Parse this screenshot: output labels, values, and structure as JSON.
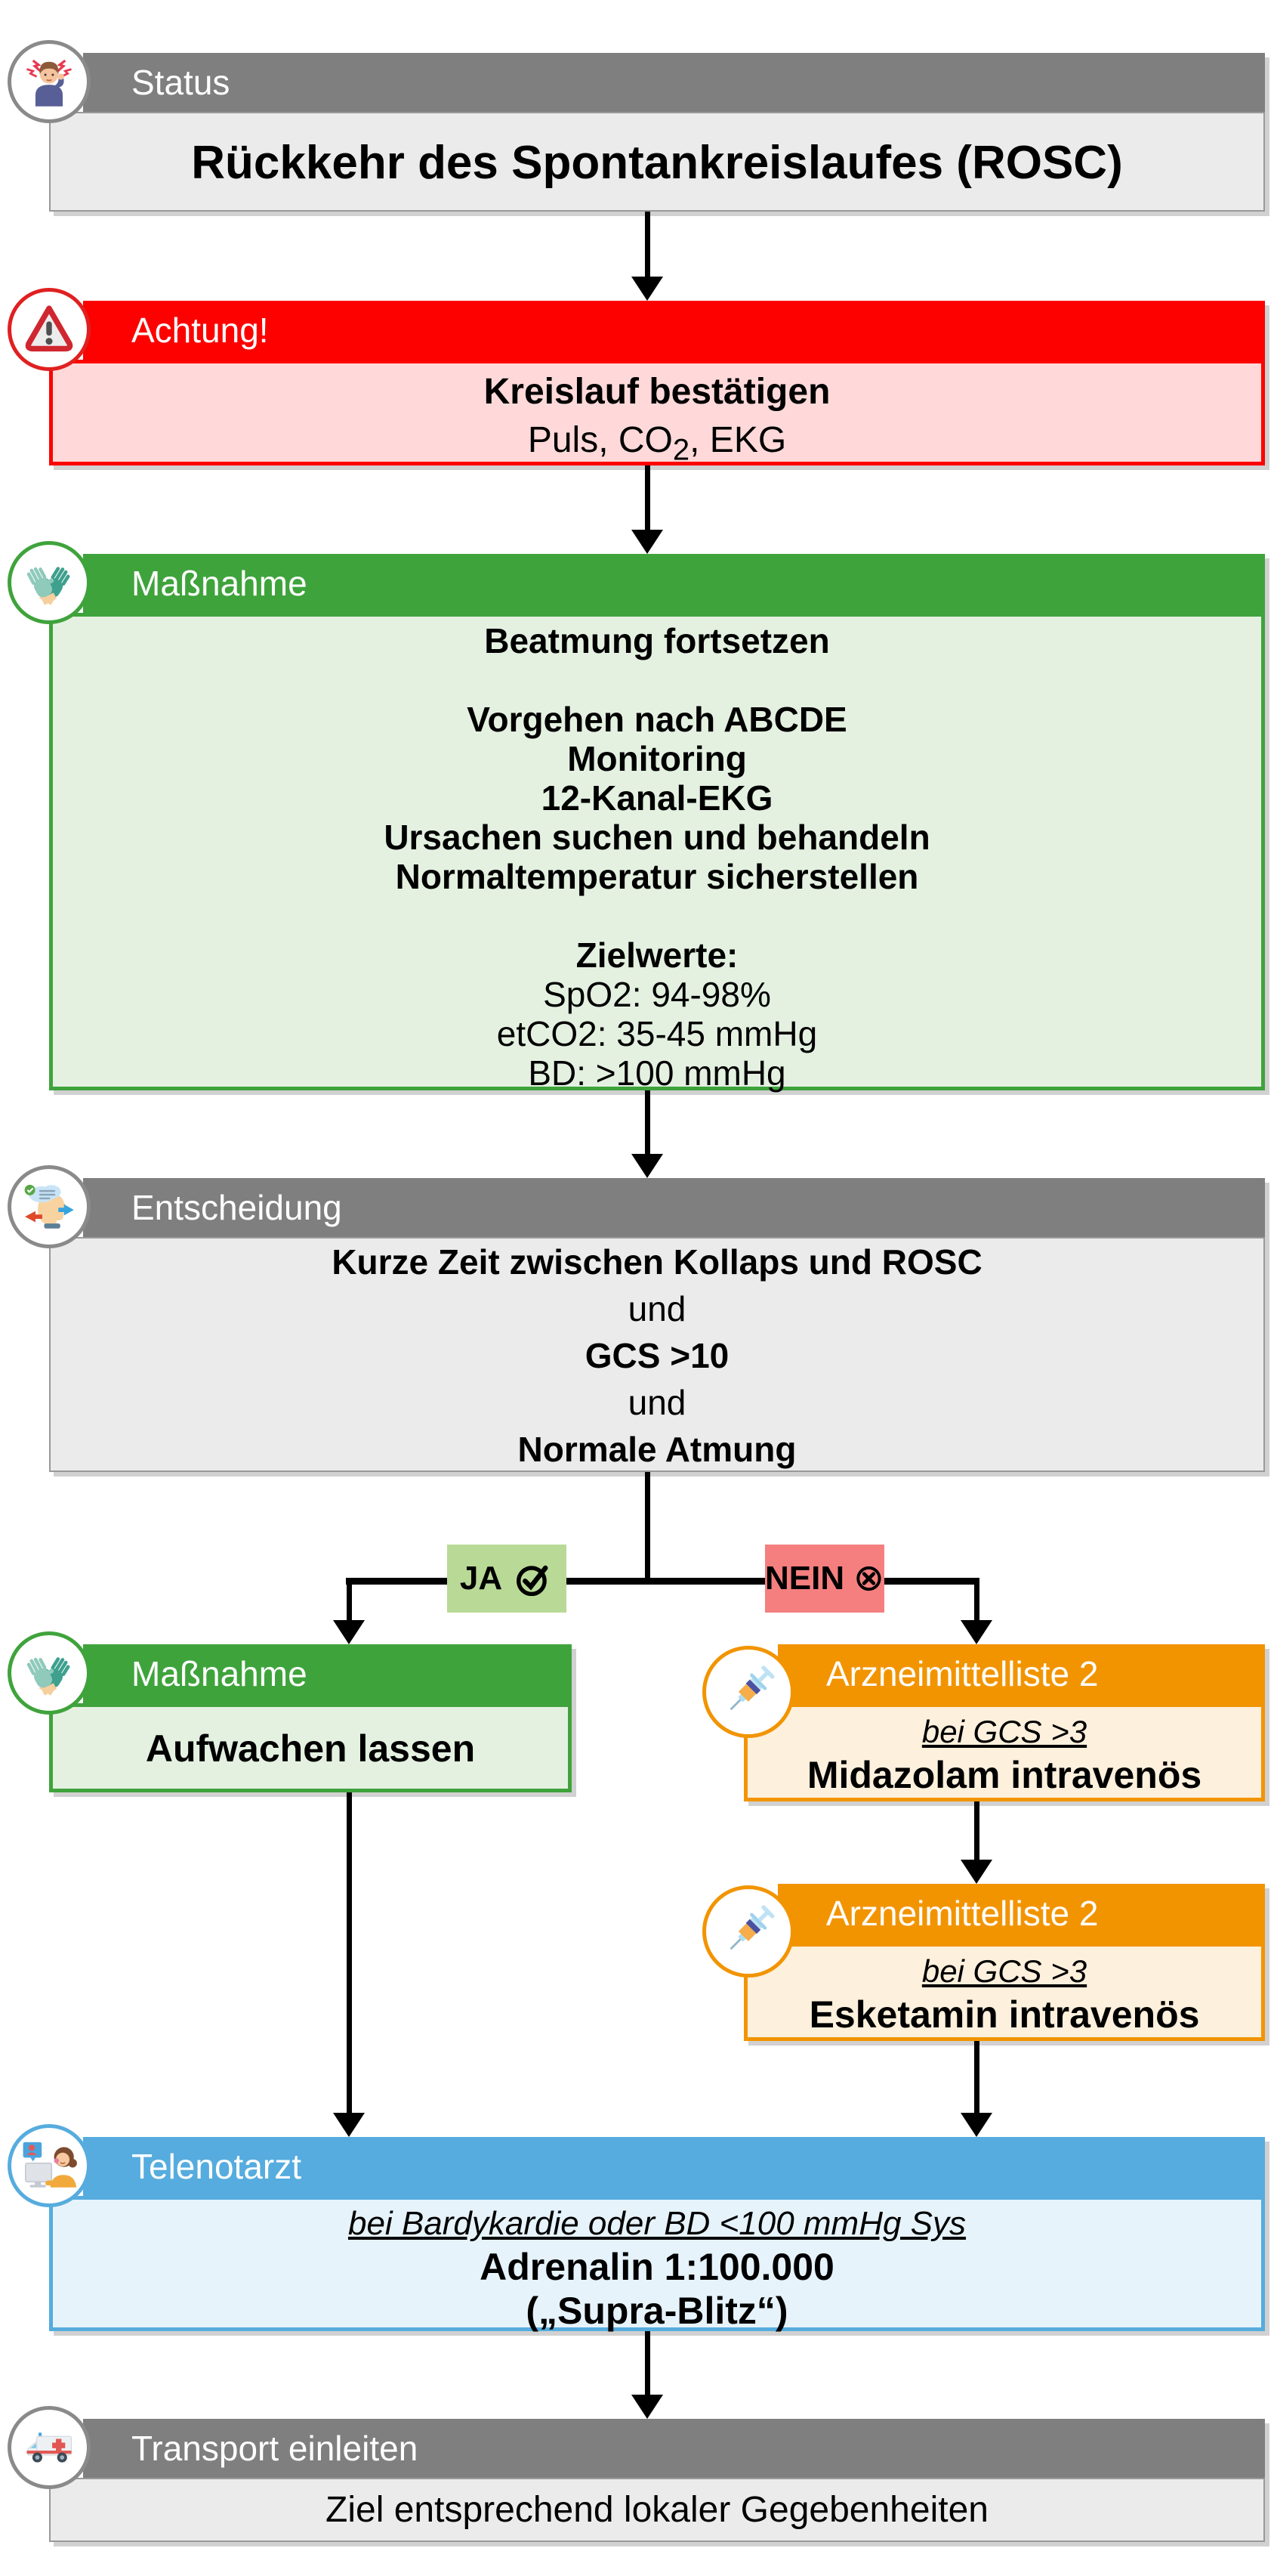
{
  "status": {
    "header": "Status",
    "title": "Rückkehr des Spontankreislaufes (ROSC)"
  },
  "achtung": {
    "header": "Achtung!",
    "bold_line": "Kreislauf bestätigen",
    "sub_pre": "Puls, CO",
    "sub": "2",
    "sub_post": ", EKG"
  },
  "massnahme": {
    "header": "Maßnahme",
    "lines": [
      "Beatmung fortsetzen",
      "",
      "Vorgehen nach ABCDE",
      "Monitoring",
      "12-Kanal-EKG",
      "Ursachen suchen und behandeln",
      "Normaltemperatur sicherstellen",
      "",
      "Zielwerte:",
      "SpO2: 94-98%",
      "etCO2: 35-45 mmHg",
      "BD: >100 mmHg"
    ]
  },
  "entscheidung": {
    "header": "Entscheidung",
    "lines": [
      "Kurze Zeit zwischen Kollaps und ROSC",
      "und",
      "GCS >10",
      "und",
      "Normale Atmung"
    ]
  },
  "branch": {
    "yes_label": "JA",
    "no_label": "NEIN"
  },
  "massnahme2": {
    "header": "Maßnahme",
    "text": "Aufwachen lassen"
  },
  "arznei1": {
    "header": "Arzneimittelliste 2",
    "condition": "bei GCS >3",
    "drug": "Midazolam intravenös"
  },
  "arznei2": {
    "header": "Arzneimittelliste 2",
    "condition": "bei GCS >3",
    "drug": "Esketamin intravenös"
  },
  "telenotarzt": {
    "header": "Telenotarzt",
    "condition": "bei Bardykardie oder BD <100 mmHg Sys",
    "line1": "Adrenalin 1:100.000",
    "line2": "(„Supra-Blitz“)"
  },
  "transport": {
    "header": "Transport einleiten",
    "text": "Ziel entsprechend lokaler Gegebenheiten"
  },
  "icons": {
    "status": "headache-person-icon",
    "achtung": "warning-triangle-icon",
    "massnahme": "medical-gloves-icon",
    "entscheidung": "decision-head-icon",
    "arznei": "syringe-icon",
    "telenotarzt": "telemedicine-icon",
    "transport": "ambulance-icon",
    "yes": "check-circle-icon",
    "no": "cross-circle-icon"
  },
  "colors": {
    "gray_header": "#7f7f7f",
    "gray_body": "#ebebeb",
    "red_header": "#fd0000",
    "red_body": "#ffd9d9",
    "green_header": "#3fa33c",
    "green_body": "#e4f1e1",
    "orange_header": "#f29400",
    "orange_body": "#fdf0dc",
    "blue_header": "#56acde",
    "blue_body": "#e6f3fb",
    "ja_chip": "#b9da97",
    "nein_chip": "#f57f7f",
    "connector": "#000000"
  }
}
